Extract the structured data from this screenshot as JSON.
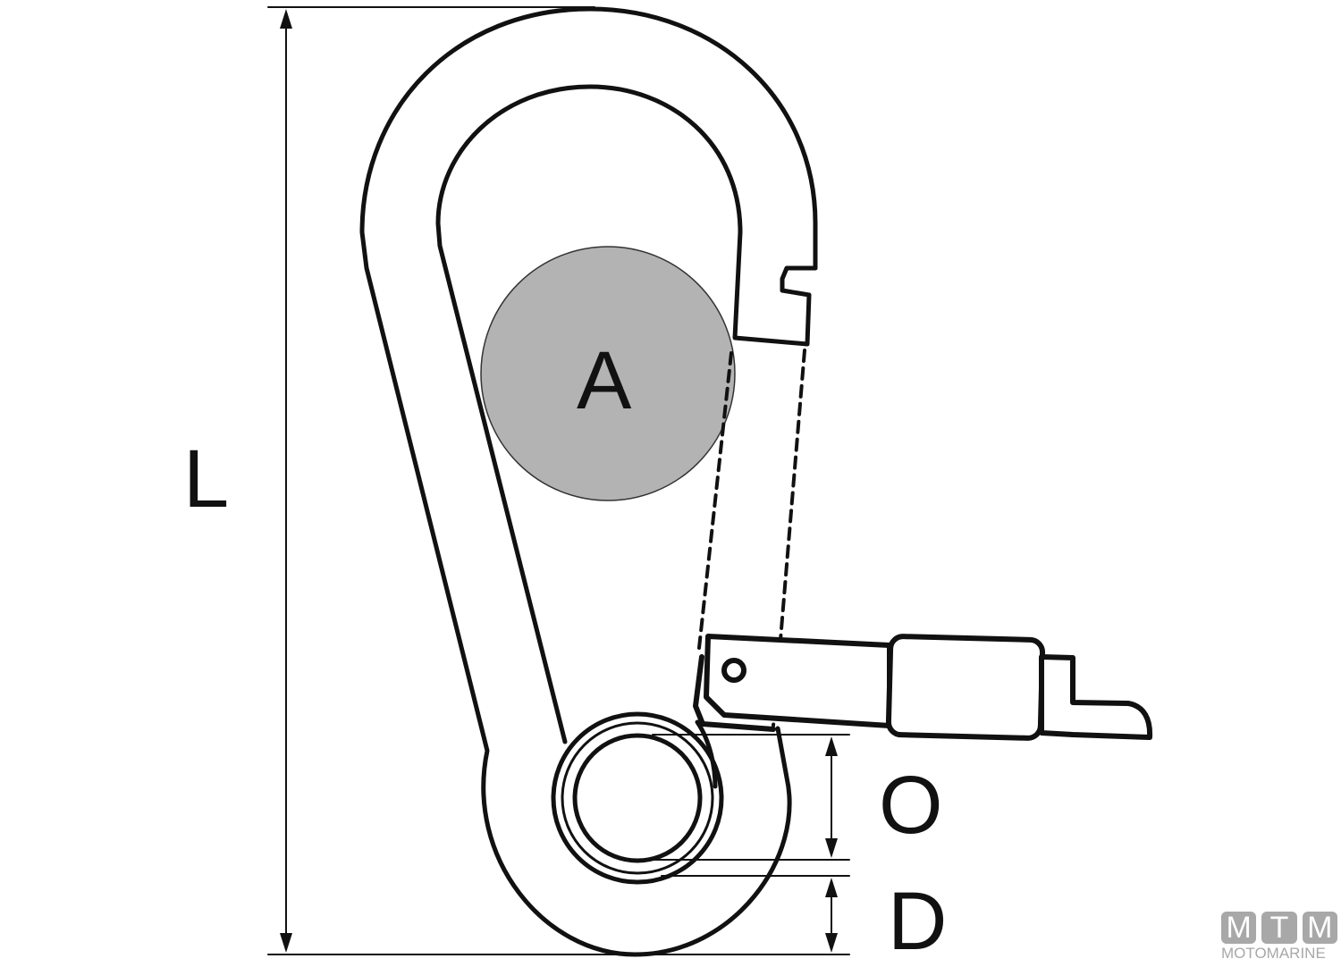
{
  "labels": {
    "A": "A",
    "L": "L",
    "O": "O",
    "D": "D"
  },
  "logo": {
    "letters": [
      "M",
      "T",
      "M"
    ],
    "name": "MOTOMARINE"
  },
  "colors": {
    "line": "#111111",
    "circle_fill": "#b3b3b3",
    "logo": "#a8a8a8"
  }
}
